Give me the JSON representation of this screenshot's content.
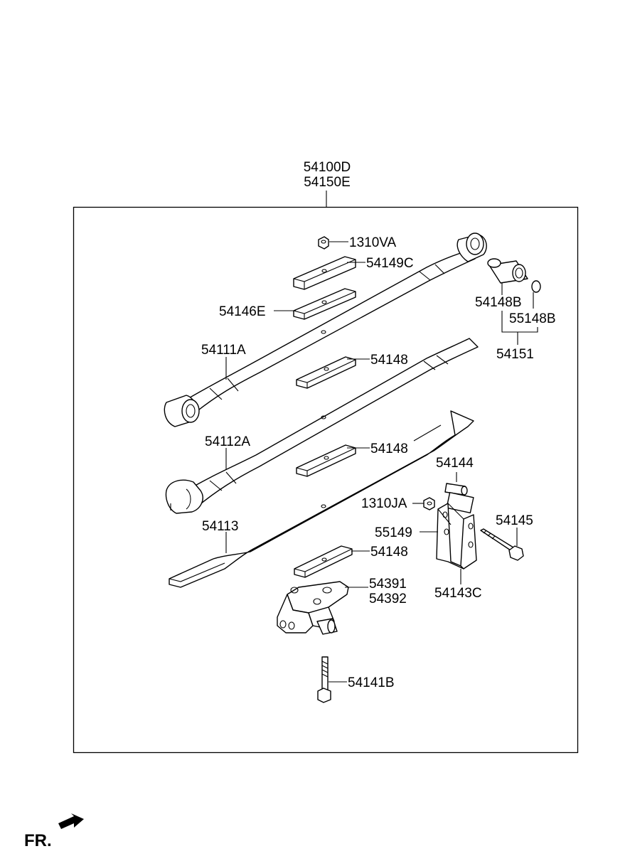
{
  "assembly_labels": [
    "54100D",
    "54150E"
  ],
  "parts": {
    "nut_top": "1310VA",
    "pad_upper": "54149C",
    "pad_lower": "54146E",
    "main_leaf": "54111A",
    "bushing": "54148B",
    "bushing_ring": "55148B",
    "bushing_set": "54151",
    "leaf2_pad": "54148",
    "second_leaf": "54112A",
    "leaf3_pad": "54148",
    "shackle_pin": "54144",
    "nut_shackle": "1310JA",
    "shackle_bolt": "54145",
    "third_leaf": "54113",
    "shackle_plate": "55149",
    "bottom_pad": "54148",
    "shackle": "54143C",
    "spring_seat_lh": "54391",
    "spring_seat_rh": "54392",
    "center_bolt": "54141B"
  },
  "direction_marker": "FR."
}
